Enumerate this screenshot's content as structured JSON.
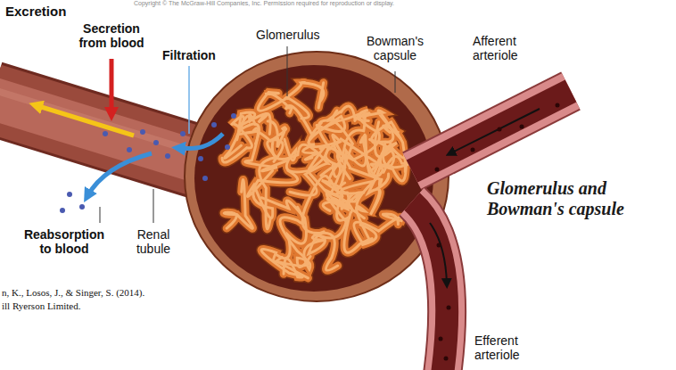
{
  "diagram": {
    "title": "Glomerulus and Bowman's capsule",
    "labels": [
      "Copyright © The McGraw-Hill Companies, Inc. Permission required for reproduction or display.",
      "Excretion",
      "Secretion from blood",
      "Filtration",
      "Glomerulus",
      "Bowman's capsule",
      "Afferent arteriole",
      "Reabsorption to blood",
      "Renal tubule",
      "n, K., Losos, J., & Singer, S. (2014).",
      "ill Ryerson Limited.",
      "Efferent arteriole"
    ]
  }
}
